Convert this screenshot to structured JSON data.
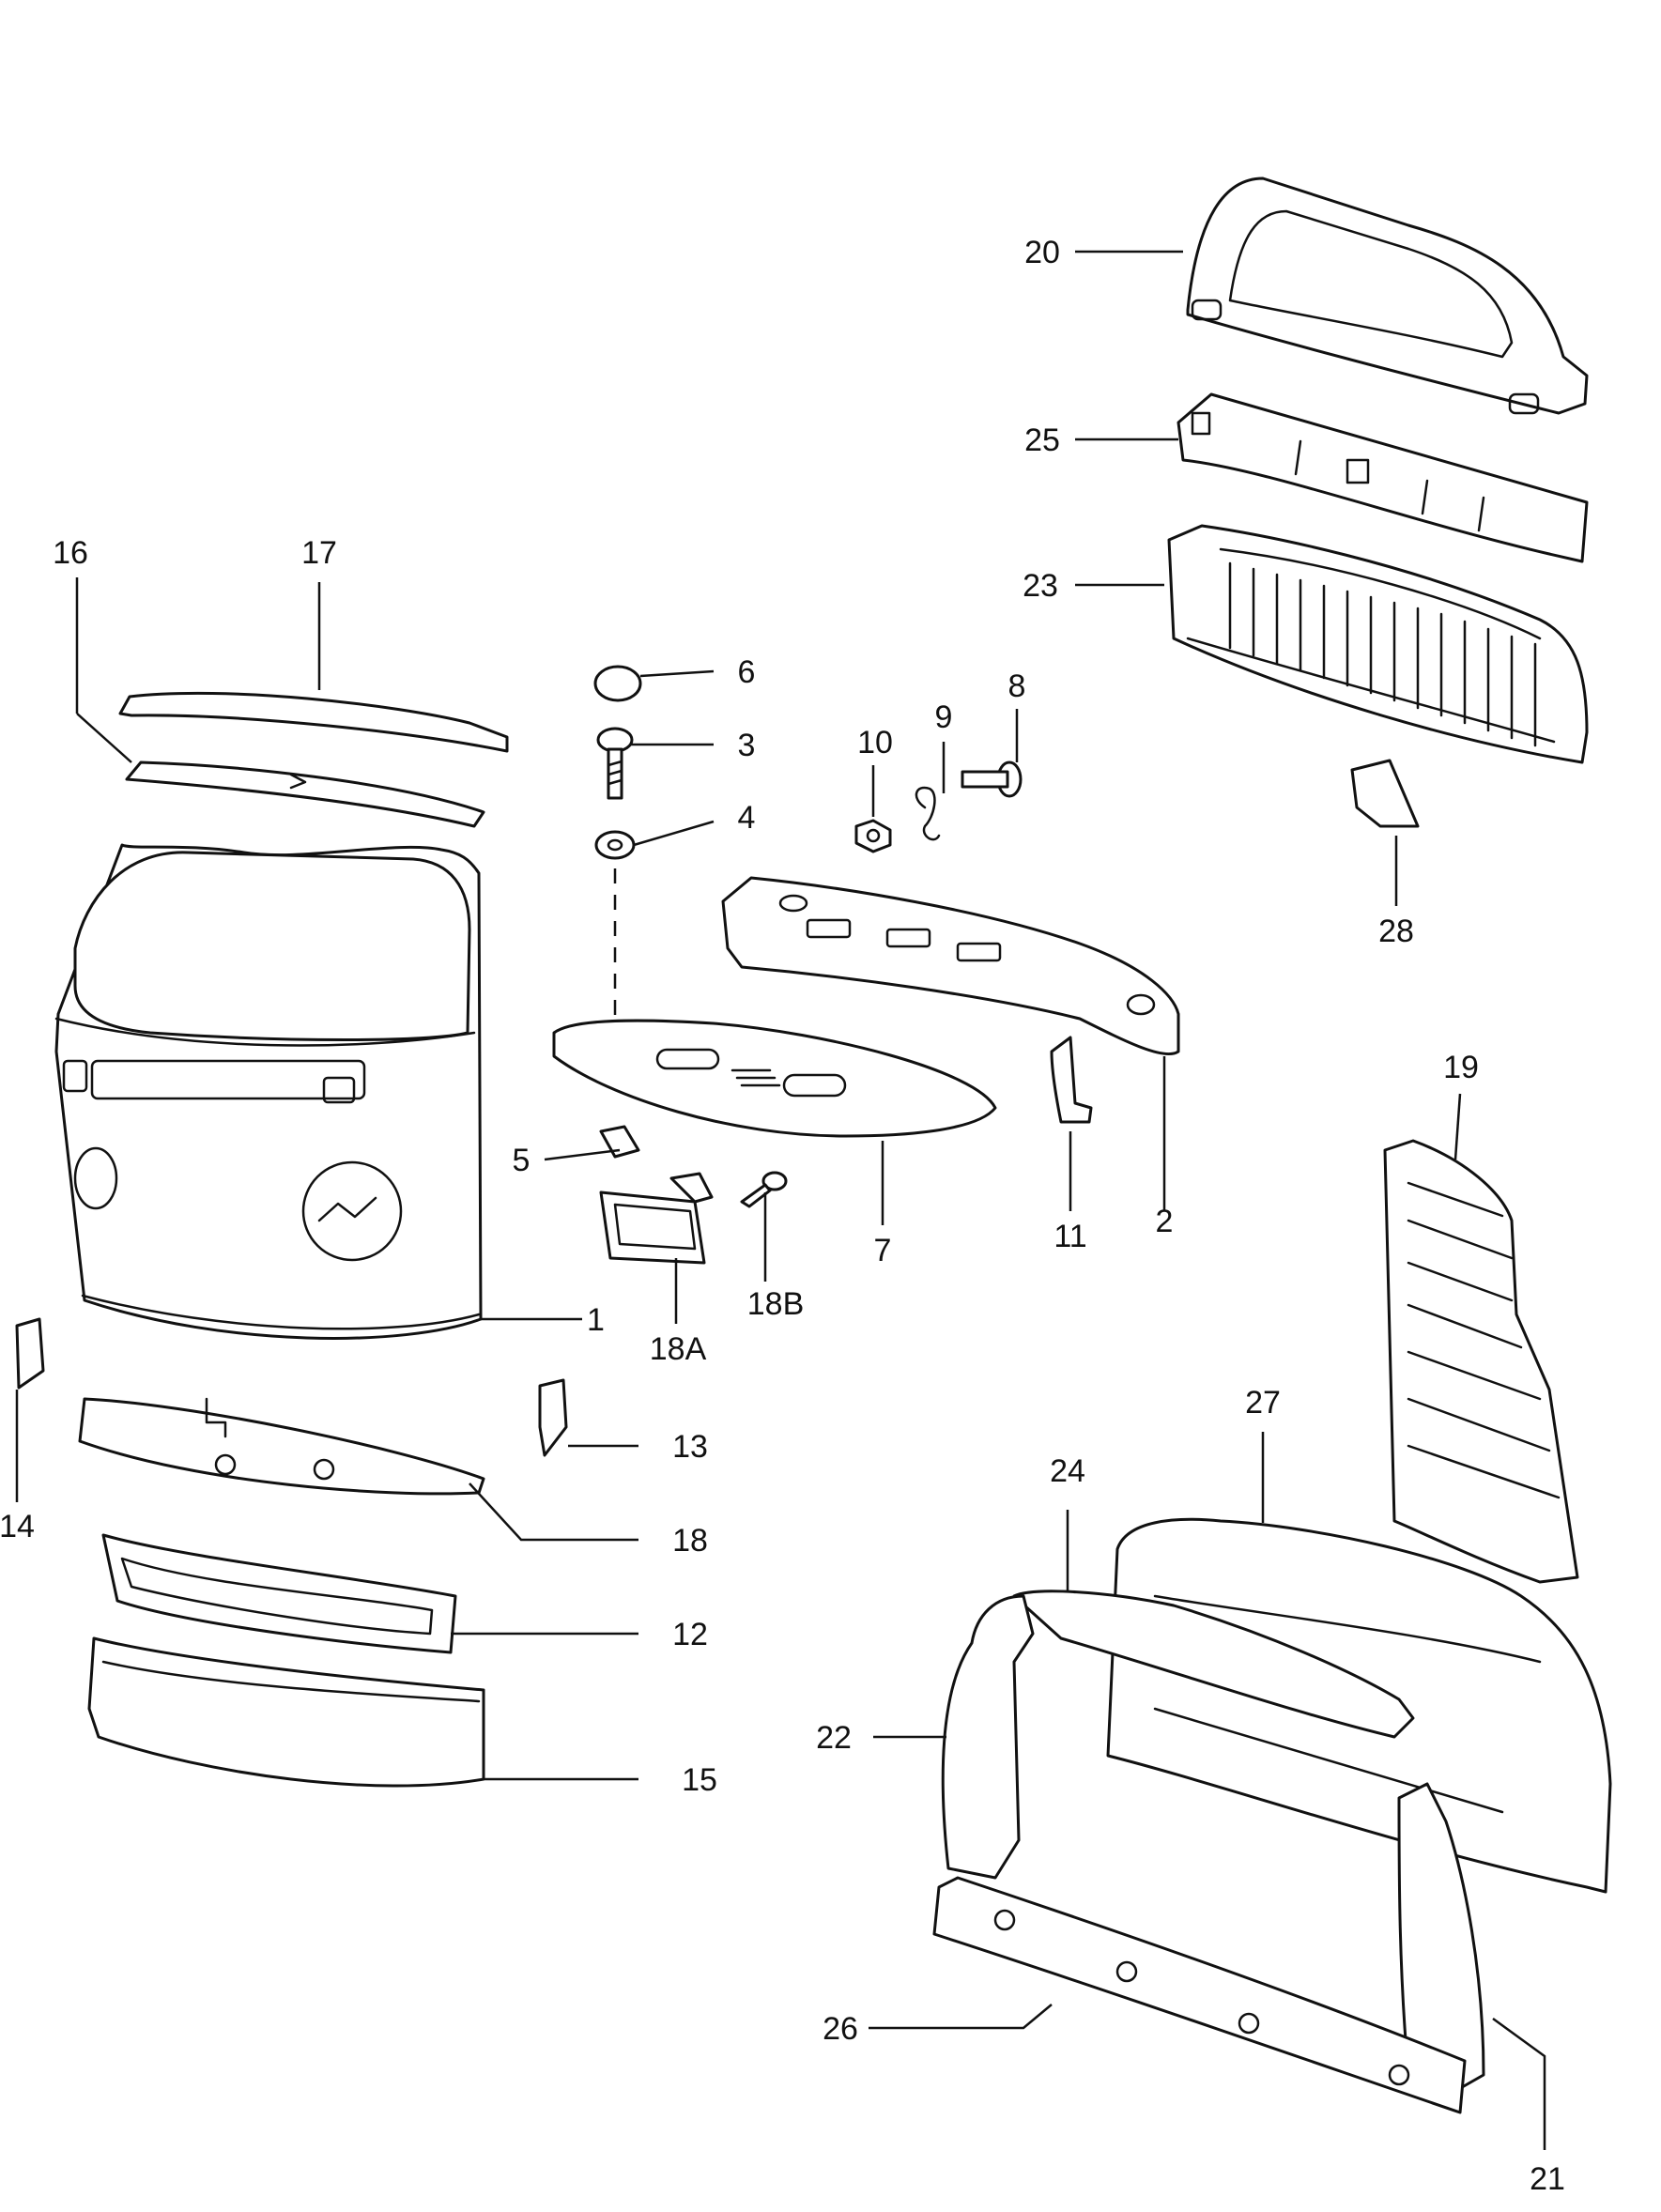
{
  "callouts": {
    "c1": "1",
    "c2": "2",
    "c3": "3",
    "c4": "4",
    "c5": "5",
    "c6": "6",
    "c7": "7",
    "c8": "8",
    "c9": "9",
    "c10": "10",
    "c11": "11",
    "c12": "12",
    "c13": "13",
    "c14": "14",
    "c15": "15",
    "c16": "16",
    "c17": "17",
    "c18": "18",
    "c18a": "18A",
    "c18b": "18B",
    "c19": "19",
    "c20": "20",
    "c21": "21",
    "c22": "22",
    "c23": "23",
    "c24": "24",
    "c25": "25",
    "c26": "26",
    "c27": "27",
    "c28": "28"
  }
}
